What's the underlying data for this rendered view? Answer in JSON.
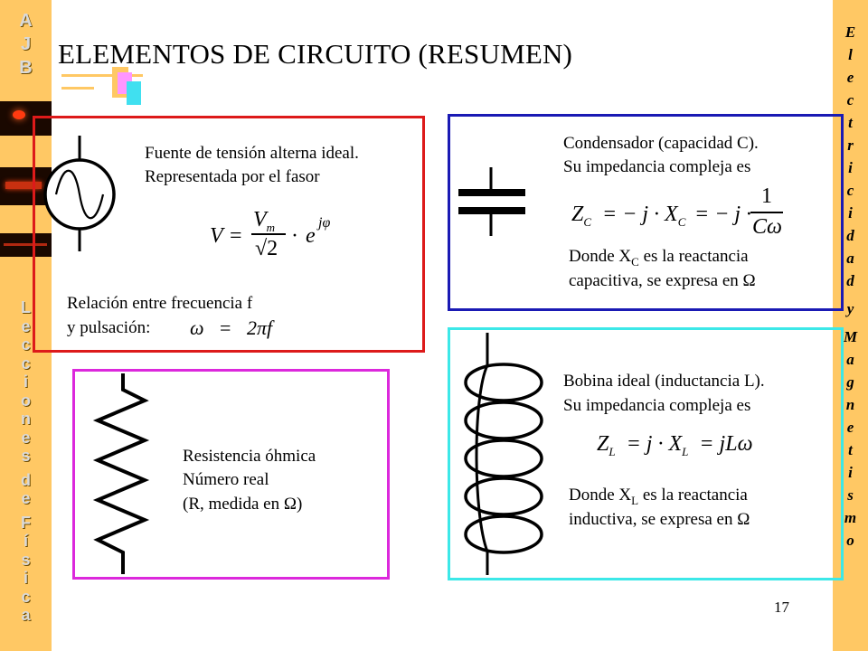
{
  "slide": {
    "title": "ELEMENTOS DE CIRCUITO (RESUMEN)",
    "page_number": "17"
  },
  "sidebar_left": {
    "initials": [
      "A",
      "J",
      "B"
    ],
    "vertical_text": [
      "L",
      "e",
      "c",
      "c",
      "i",
      "o",
      "n",
      "e",
      "s",
      "d",
      "e",
      "F",
      "í",
      "s",
      "i",
      "c",
      "a"
    ]
  },
  "sidebar_right": {
    "vertical_text": [
      "E",
      "l",
      "e",
      "c",
      "t",
      "r",
      "i",
      "c",
      "i",
      "d",
      "a",
      "d",
      "y",
      "M",
      "a",
      "g",
      "n",
      "e",
      "t",
      "i",
      "s",
      "m",
      "o"
    ]
  },
  "colors": {
    "sidebar": "#ffc864",
    "source_box": "#dd1a1a",
    "capacitor_box": "#1a1ab4",
    "resistor_box": "#dc28dc",
    "inductor_box": "#3ce8e8"
  },
  "source": {
    "line1": "Fuente de tensión alterna ideal.",
    "line2": "Representada por el fasor",
    "rel_line1": "Relación entre frecuencia f",
    "rel_line2": "y pulsación:",
    "formula_phasor": {
      "lhs": "V",
      "num": "V",
      "num_sub": "m",
      "den": "√2",
      "exp": "jφ"
    },
    "formula_omega": {
      "lhs": "ω",
      "rhs": "2πf"
    }
  },
  "capacitor": {
    "line1": "Condensador (capacidad C).",
    "line2": "Su impedancia compleja es",
    "formula": {
      "lhs": "Z",
      "lhs_sub": "C",
      "mid": "= − j · X",
      "mid_sub": "C",
      "tail": "= − j ·",
      "num": "1",
      "den": "Cω"
    },
    "note1_a": "Donde X",
    "note1_sub": "C",
    "note1_b": " es la reactancia",
    "note2": "capacitiva, se expresa en Ω"
  },
  "resistor": {
    "line1": "Resistencia óhmica",
    "line2": "Número real",
    "line3": "(R, medida en Ω)"
  },
  "inductor": {
    "line1": "Bobina ideal (inductancia L).",
    "line2": "Su impedancia compleja es",
    "formula": {
      "lhs": "Z",
      "lhs_sub": "L",
      "mid": "= j · X",
      "mid_sub": "L",
      "tail": "= jLω"
    },
    "note1_a": "Donde X",
    "note1_sub": "L",
    "note1_b": " es la reactancia",
    "note2": "inductiva, se expresa en Ω"
  }
}
